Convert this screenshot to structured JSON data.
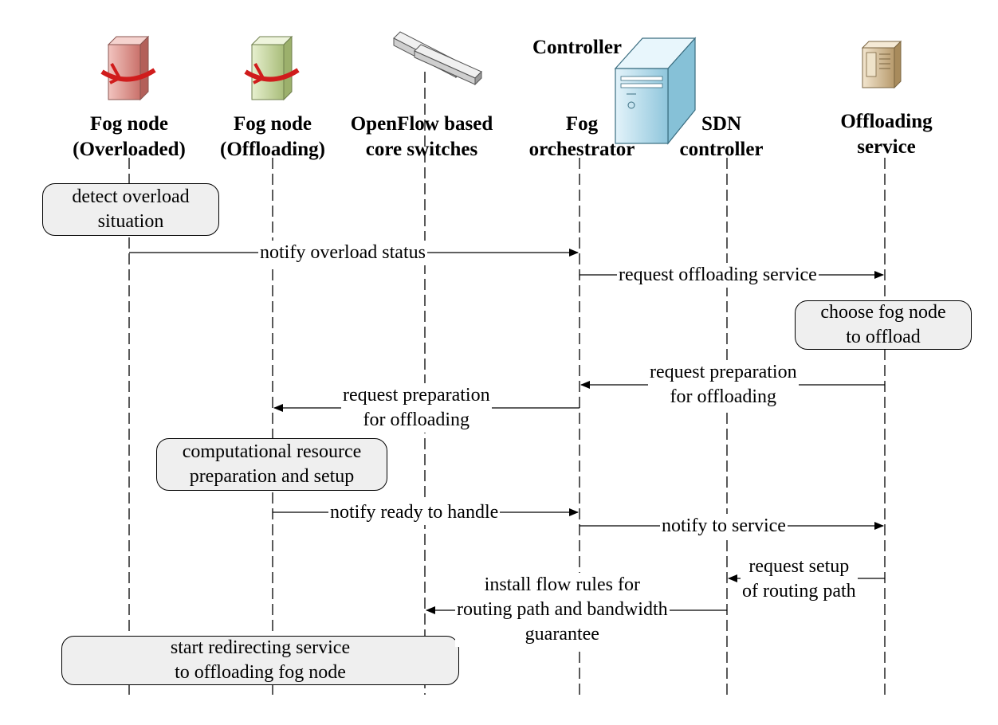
{
  "controller_group_label": "Controller",
  "participants": [
    {
      "line1": "Fog node",
      "line2": "(Overloaded)",
      "icon": "server-overloaded-icon",
      "color": "#e7a5a0"
    },
    {
      "line1": "Fog node",
      "line2": "(Offloading)",
      "icon": "server-offloading-icon",
      "color": "#cfdfaa"
    },
    {
      "line1": "OpenFlow based",
      "line2": "core switches",
      "icon": "switch-icon"
    },
    {
      "line1": "Fog",
      "line2": "orchestrator",
      "icon": "server-tower-icon",
      "color": "#b8dcea"
    },
    {
      "line1": "SDN",
      "line2": "controller"
    },
    {
      "line1": "Offloading",
      "line2": "service",
      "icon": "server-rack-icon",
      "color": "#d9c39f"
    }
  ],
  "notes": [
    {
      "line1": "detect overload",
      "line2": "situation"
    },
    {
      "line1": "choose fog node",
      "line2": "to offload"
    },
    {
      "line1": "computational resource",
      "line2": "preparation and setup"
    },
    {
      "line1": "start redirecting service",
      "line2": "to offloading fog node"
    }
  ],
  "messages": [
    {
      "from": "Fog node (Overloaded)",
      "to": "Fog orchestrator",
      "line1": "notify overload status",
      "line2": "",
      "line3": ""
    },
    {
      "from": "Fog orchestrator",
      "to": "Offloading service",
      "line1": "request offloading service",
      "line2": "",
      "line3": ""
    },
    {
      "from": "Offloading service",
      "to": "Fog orchestrator",
      "line1": "request preparation",
      "line2": "for offloading",
      "line3": ""
    },
    {
      "from": "Fog orchestrator",
      "to": "Fog node (Offloading)",
      "line1": "request preparation",
      "line2": "for offloading",
      "line3": ""
    },
    {
      "from": "Fog node (Offloading)",
      "to": "Fog orchestrator",
      "line1": "notify ready to handle",
      "line2": "",
      "line3": ""
    },
    {
      "from": "Fog orchestrator",
      "to": "Offloading service",
      "line1": "notify to service",
      "line2": "",
      "line3": ""
    },
    {
      "from": "Offloading service",
      "to": "SDN controller",
      "line1": "request setup",
      "line2": "of routing path",
      "line3": ""
    },
    {
      "from": "SDN controller",
      "to": "OpenFlow based core switches",
      "line1": "install flow rules for",
      "line2": "routing path and bandwidth",
      "line3": "guarantee"
    }
  ]
}
